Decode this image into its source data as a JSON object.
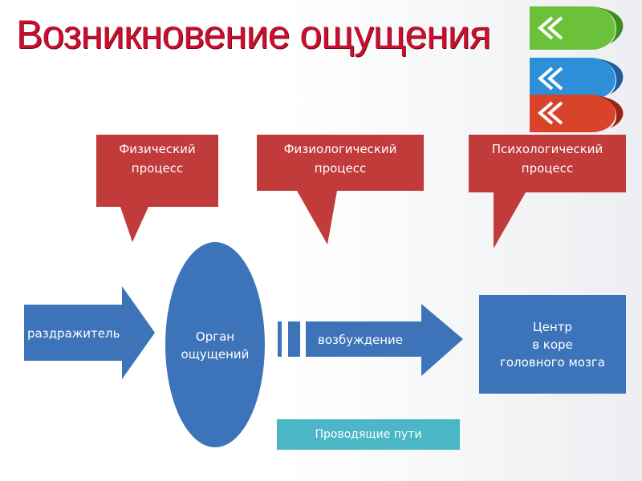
{
  "title": "Возникновение ощущения",
  "colors": {
    "title": "#c8102e",
    "callout": "#c13b3b",
    "shape_blue": "#3d74b9",
    "path_box": "#4bb6c6",
    "ribbon_green": "#6cc13a",
    "ribbon_blue": "#2d8fd8",
    "ribbon_red": "#d9432a"
  },
  "callouts": [
    {
      "label": "Физический\nпроцесс"
    },
    {
      "label": "Физиологический\nпроцесс"
    },
    {
      "label": "Психологический\nпроцесс"
    }
  ],
  "flow": {
    "stimulus": "раздражитель",
    "organ": "Орган\nощущений",
    "excitation": "возбуждение",
    "center": "Центр\nв коре\nголовного мозга",
    "pathways": "Проводящие пути"
  },
  "icons": [
    "ribbon-chevron-icon"
  ]
}
